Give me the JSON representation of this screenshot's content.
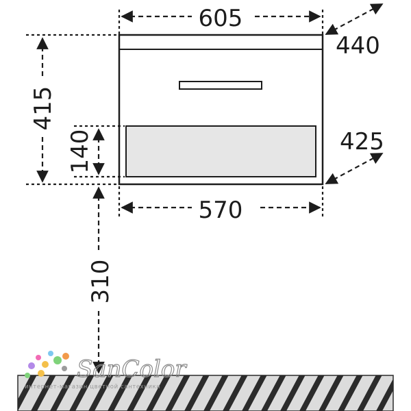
{
  "dimensions": {
    "top_width": "605",
    "top_depth": "440",
    "total_height": "415",
    "shelf_height": "140",
    "bottom_depth": "425",
    "bottom_width": "570",
    "floor_clearance": "310"
  },
  "brand": {
    "name": "SanColor",
    "tagline": "интернет-магазин цветной сантехники"
  },
  "colors": {
    "line": "#1c1c1c",
    "shelf_fill": "#e6e6e6",
    "floor_fill": "#d9d9d9",
    "logo_dots": [
      "#f26bb5",
      "#7ec8f0",
      "#b389e8",
      "#f4c04a",
      "#7fd37a",
      "#f29a4a",
      "#9c9c9c"
    ]
  }
}
